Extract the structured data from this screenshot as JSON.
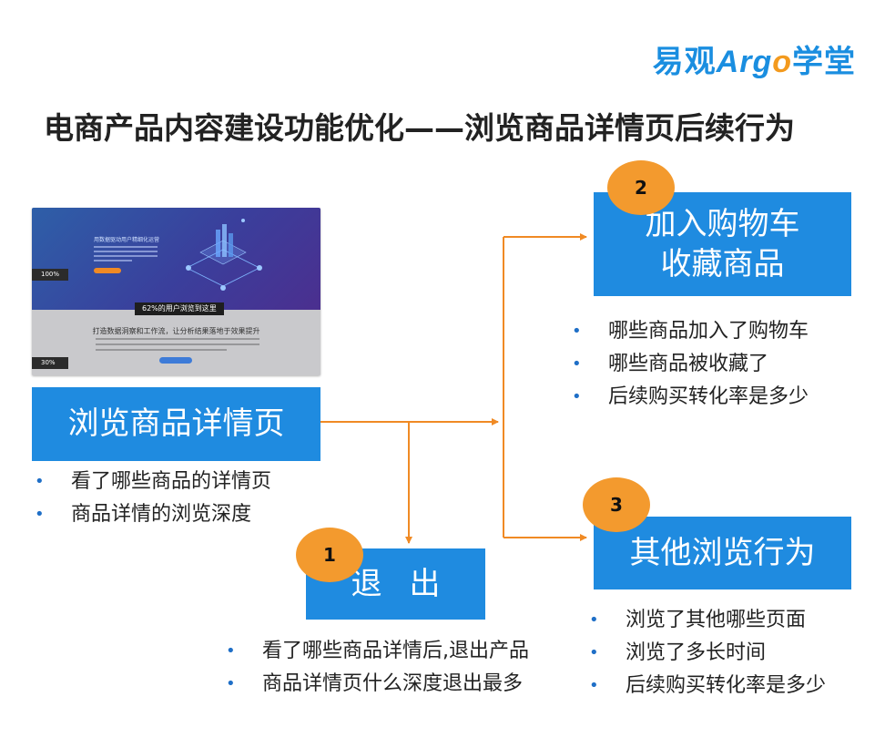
{
  "logo": {
    "cn1": "易观",
    "argo_a": "Arg",
    "argo_o": "o",
    "cn2": "学堂"
  },
  "title": "电商产品内容建设功能优化——浏览商品详情页后续行为",
  "thumbnail": {
    "headline": "用数据驱动用户精细化运营",
    "pct_top": "100%",
    "pct_bottom": "30%",
    "banner": "62%的用户浏览到这里",
    "subtitle": "打造数据洞察和工作流，让分析结果落地于效果提升"
  },
  "boxes": {
    "browse": "浏览商品详情页",
    "exit": "退出",
    "cart_line1": "加入购物车",
    "cart_line2": "收藏商品",
    "other": "其他浏览行为"
  },
  "badges": {
    "b1": "1",
    "b2": "2",
    "b3": "3"
  },
  "bullets": {
    "browse": [
      "看了哪些商品的详情页",
      "商品详情的浏览深度"
    ],
    "exit": [
      "看了哪些商品详情后,退出产品",
      "商品详情页什么深度退出最多"
    ],
    "cart": [
      "哪些商品加入了购物车",
      "哪些商品被收藏了",
      "后续购买转化率是多少"
    ],
    "other": [
      "浏览了其他哪些页面",
      "浏览了多长时间",
      "后续购买转化率是多少"
    ]
  },
  "bullet_glyph": "•",
  "colors": {
    "box_blue": "#1f8be0",
    "badge_orange": "#f39a2e",
    "arrow_orange": "#f08a24",
    "logo_blue": "#1a8ee0"
  }
}
